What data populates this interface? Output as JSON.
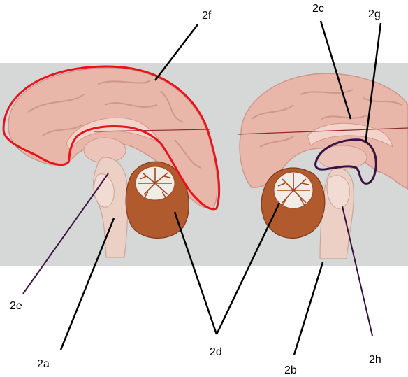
{
  "labels": {
    "a": "2a",
    "b": "2b",
    "c": "2c",
    "d": "2d",
    "e": "2e",
    "f": "2f",
    "g": "2g",
    "h": "2h"
  },
  "colors": {
    "background": "#ffffff",
    "photo_backdrop": "#d6d8d8",
    "cerebrum": "#e9b6aa",
    "cerebrum_shadow": "#cf978b",
    "cerebellum": "#b05a2e",
    "arbor_vitae": "#f2ece6",
    "brainstem": "#ecd0c6",
    "highlight_red": "#e8141c",
    "highlight_purple": "#3a1240",
    "leader_line": "#000000",
    "leader_line_purple": "#3a1240"
  }
}
